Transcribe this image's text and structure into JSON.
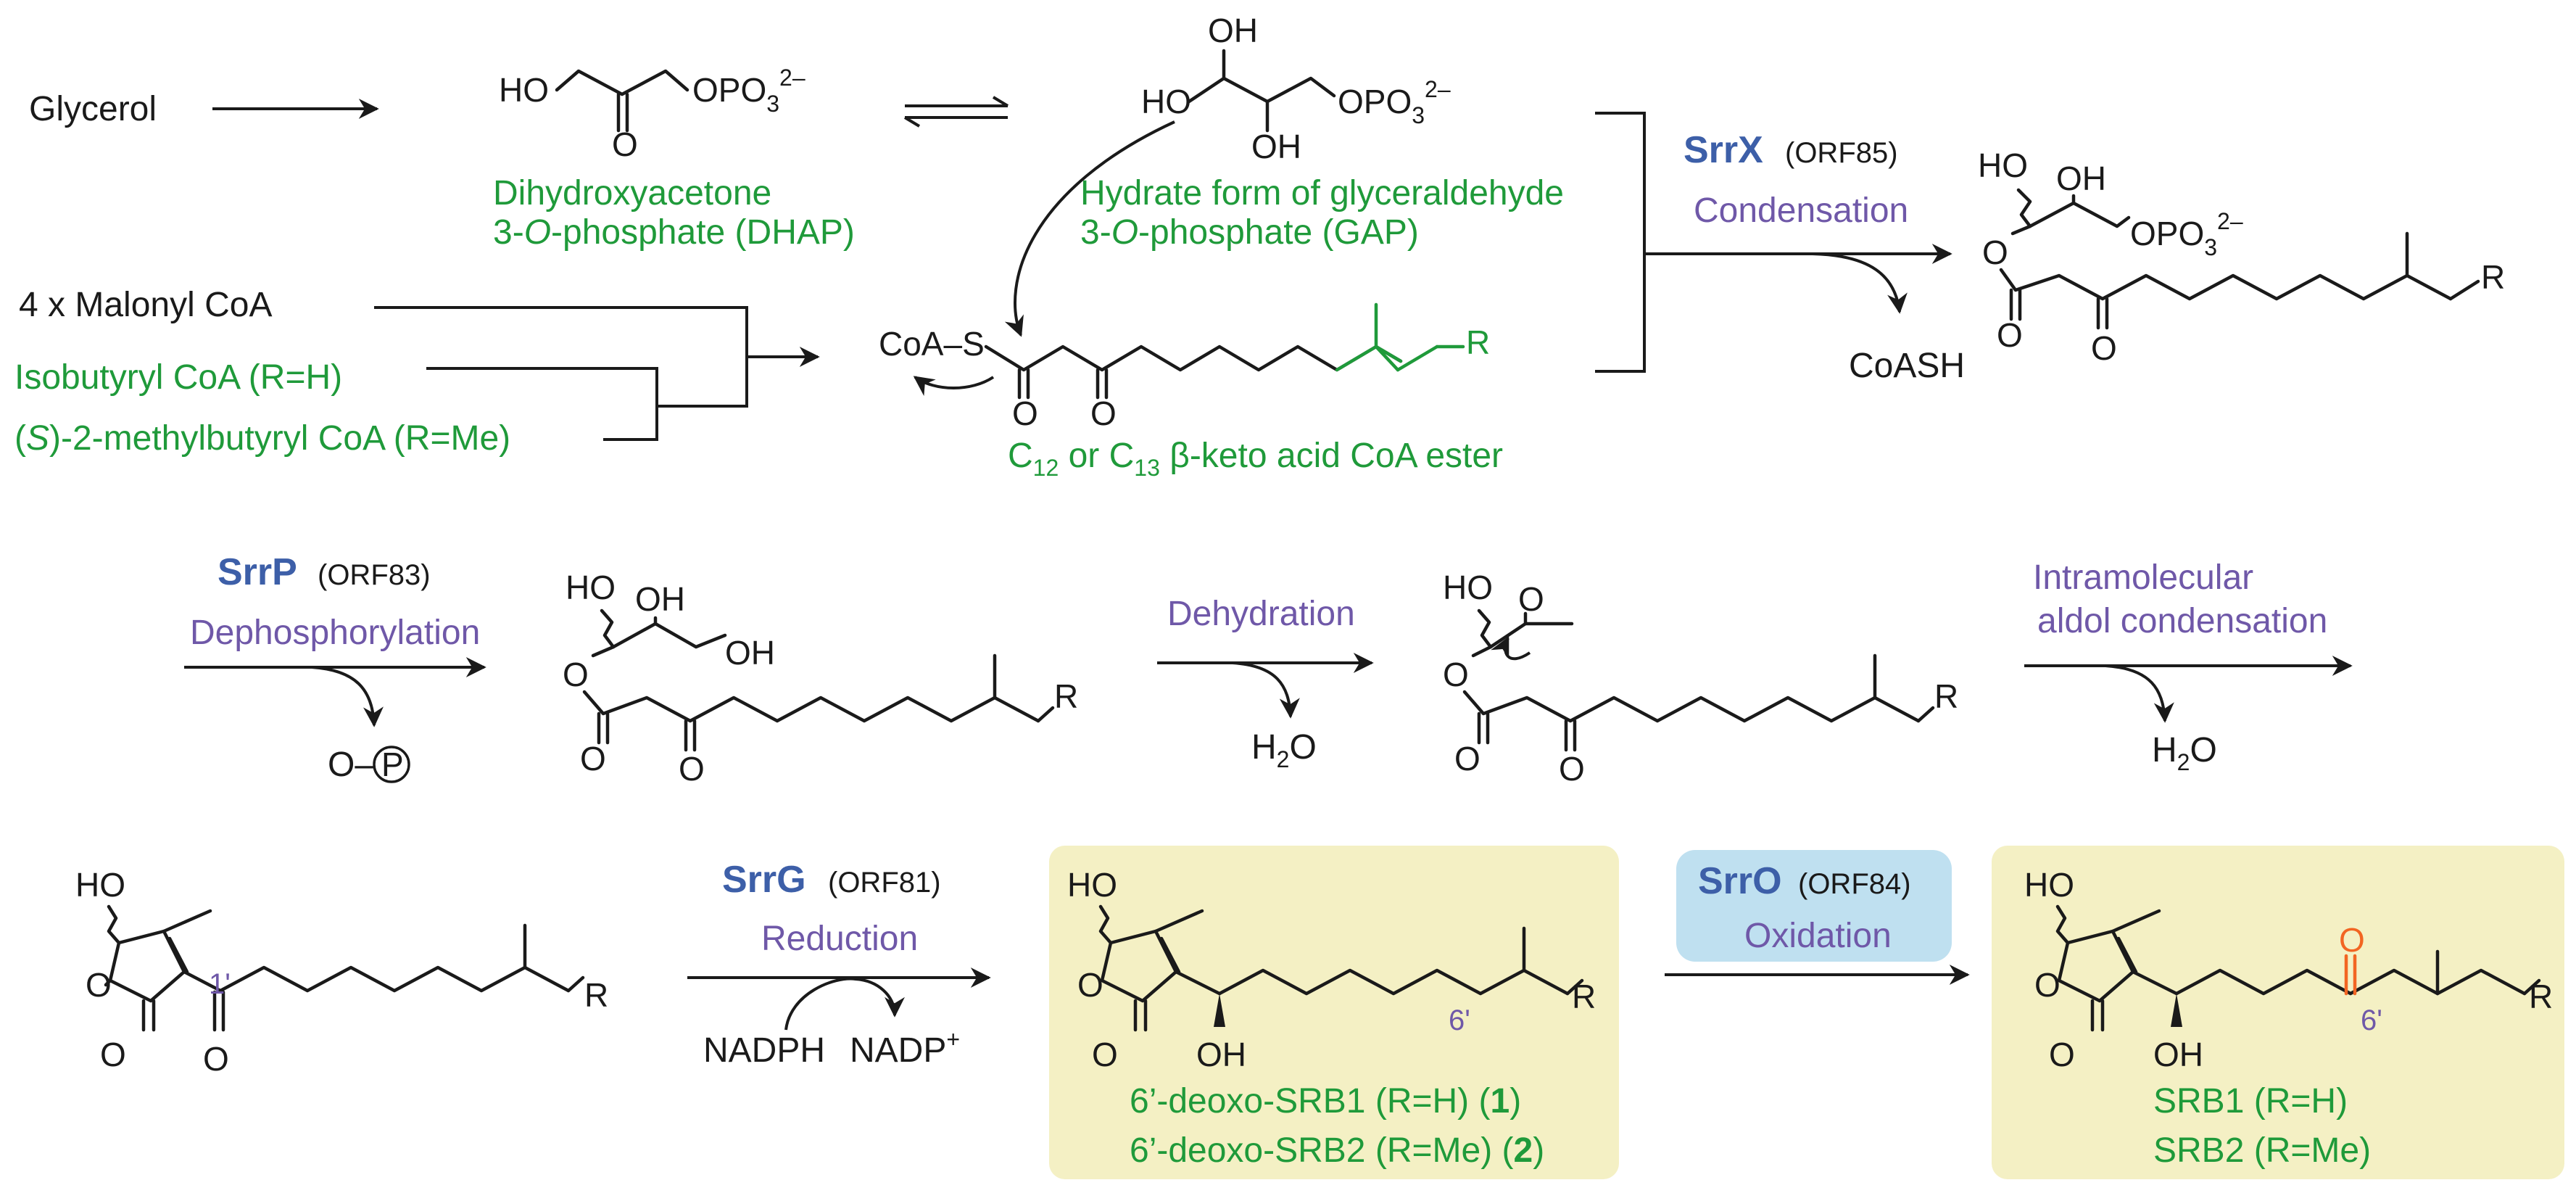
{
  "start": {
    "glycerol": "Glycerol",
    "malonyl": "4 x Malonyl CoA",
    "isobutyryl": "Isobutyryl CoA (R=H)",
    "methylbutyryl_prefix": "(",
    "methylbutyryl_s": "S",
    "methylbutyryl_rest": ")-2-methylbutyryl CoA (R=Me)"
  },
  "dhap": {
    "label_line1": "Dihydroxyacetone",
    "label_line2_a": "3-",
    "label_line2_o": "O",
    "label_line2_b": "-phosphate (DHAP)"
  },
  "gap": {
    "label_line1": "Hydrate form of glyceraldehyde",
    "label_line2_a": "3-",
    "label_line2_o": "O",
    "label_line2_b": "-phosphate (GAP)"
  },
  "ketoester": {
    "label_c1": "C",
    "label_s1": "12",
    "label_or": " or C",
    "label_s2": "13",
    "label_rest": " β-keto acid CoA ester"
  },
  "enzymes": {
    "srrx": {
      "name": "SrrX",
      "orf": "(ORF85)",
      "reaction": "Condensation"
    },
    "srrp": {
      "name": "SrrP",
      "orf": "(ORF83)",
      "reaction": "Dephosphorylation"
    },
    "dehydration": {
      "reaction": "Dehydration"
    },
    "aldol": {
      "reaction_line1": "Intramolecular",
      "reaction_line2": "aldol condensation"
    },
    "srrg": {
      "name": "SrrG",
      "orf": "(ORF81)",
      "reaction": "Reduction"
    },
    "srro": {
      "name": "SrrO",
      "orf": "(ORF84)",
      "reaction": "Oxidation"
    }
  },
  "byproducts": {
    "coash": "CoASH",
    "phosphate": "O–",
    "phosphate_p": "P",
    "water1": "H",
    "water1_sub": "2",
    "water1_o": "O",
    "water2": "H",
    "water2_sub": "2",
    "water2_o": "O",
    "nadph": "NADPH",
    "nadp": "NADP",
    "nadp_sup": "+"
  },
  "atoms": {
    "HO": "HO",
    "OH": "OH",
    "O": "O",
    "R": "R",
    "S": "S",
    "CoAS": "CoA–S",
    "OPO3": "OPO",
    "OPO3_sub": "3",
    "OPO3_sup": "2–"
  },
  "locants": {
    "one_prime": "1'",
    "six_prime_a": "6'",
    "six_prime_b": "6'"
  },
  "products": {
    "deoxo1_text": "6’-deoxo-SRB1 (R=H) (",
    "deoxo1_num": "1",
    "deoxo2_text": "6’-deoxo-SRB2 (R=Me) (",
    "deoxo2_num": "2",
    "close": ")",
    "srb1": "SRB1 (R=H)",
    "srb2": "SRB2 (R=Me)"
  },
  "colors": {
    "green": "#1f9a3a",
    "purple": "#6f58a8",
    "enzyme_blue": "#3d5fa8",
    "highlight_yellow": "#f4f0c4",
    "highlight_blue": "#bfe0f0",
    "oxo_orange": "#f26522"
  }
}
